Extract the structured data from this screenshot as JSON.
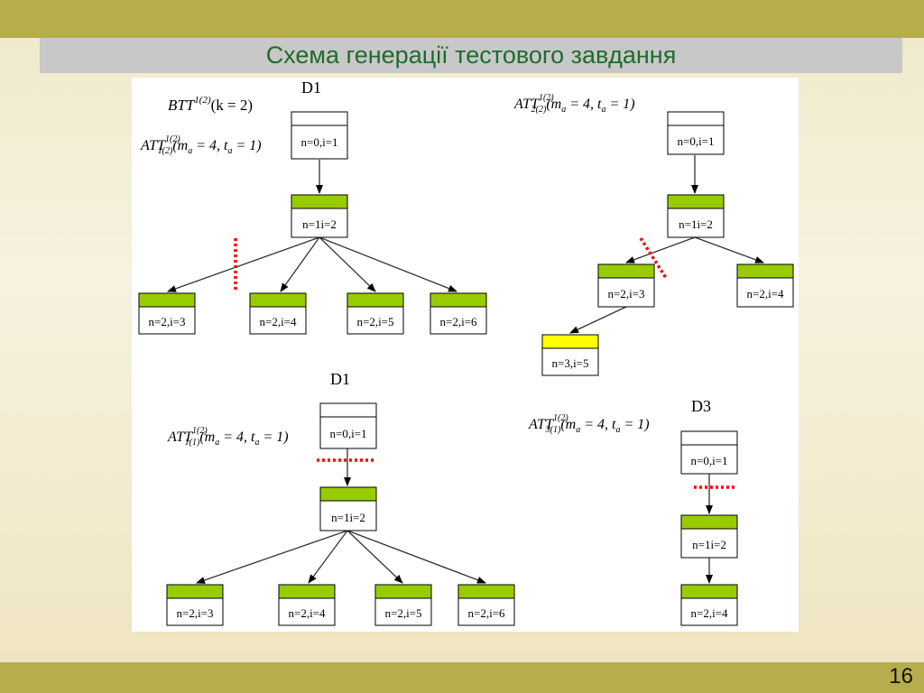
{
  "slide": {
    "title": "Схема генерації тестового завдання",
    "page_number": "16"
  },
  "colors": {
    "green_node": "#99cc00",
    "yellow_node": "#ffff00",
    "cut_line": "#ff0000",
    "title_text": "#1f6b2e"
  },
  "diagram": {
    "trees": [
      {
        "id": "tl",
        "label": "D1",
        "formulas": [
          {
            "base": "BTT",
            "sup": "1(2)",
            "sub": "",
            "args": "(k = 2)"
          },
          {
            "base": "ATT",
            "sup": "1(2)",
            "sub": "1(2)",
            "args": "(m",
            "args_sub": "a",
            "args2": " = 4, t",
            "args2_sub": "a",
            "args3": " = 1)"
          }
        ],
        "nodes": [
          {
            "id": "tl-root",
            "label": "n=0,i=1",
            "color": "white"
          },
          {
            "id": "tl-n1",
            "label": "n=1i=2",
            "color": "green"
          },
          {
            "id": "tl-c1",
            "label": "n=2,i=3",
            "color": "green"
          },
          {
            "id": "tl-c2",
            "label": "n=2,i=4",
            "color": "green"
          },
          {
            "id": "tl-c3",
            "label": "n=2,i=5",
            "color": "green"
          },
          {
            "id": "tl-c4",
            "label": "n=2,i=6",
            "color": "green"
          }
        ]
      },
      {
        "id": "tr",
        "label": "",
        "formulas": [
          {
            "base": "ATT",
            "sup": "1(2)",
            "sub": "2(2)",
            "args": "(m",
            "args_sub": "a",
            "args2": " = 4, t",
            "args2_sub": "a",
            "args3": " = 1)"
          }
        ],
        "nodes": [
          {
            "id": "tr-root",
            "label": "n=0,i=1",
            "color": "white"
          },
          {
            "id": "tr-n1",
            "label": "n=1i=2",
            "color": "green"
          },
          {
            "id": "tr-c1",
            "label": "n=2,i=3",
            "color": "green"
          },
          {
            "id": "tr-c2",
            "label": "n=2,i=4",
            "color": "green"
          },
          {
            "id": "tr-g1",
            "label": "n=3,i=5",
            "color": "yellow"
          }
        ]
      },
      {
        "id": "bl",
        "label": "D1",
        "formulas": [
          {
            "base": "ATT",
            "sup": "1(2)",
            "sub": "1(1)",
            "args": "(m",
            "args_sub": "a",
            "args2": " = 4, t",
            "args2_sub": "a",
            "args3": " = 1)"
          }
        ],
        "nodes": [
          {
            "id": "bl-root",
            "label": "n=0,i=1",
            "color": "white"
          },
          {
            "id": "bl-n1",
            "label": "n=1i=2",
            "color": "green"
          },
          {
            "id": "bl-c1",
            "label": "n=2,i=3",
            "color": "green"
          },
          {
            "id": "bl-c2",
            "label": "n=2,i=4",
            "color": "green"
          },
          {
            "id": "bl-c3",
            "label": "n=2,i=5",
            "color": "green"
          },
          {
            "id": "bl-c4",
            "label": "n=2,i=6",
            "color": "green"
          }
        ]
      },
      {
        "id": "br",
        "label": "D3",
        "formulas": [
          {
            "base": "ATT",
            "sup": "1(2)",
            "sub": "3(1)",
            "args": "(m",
            "args_sub": "a",
            "args2": " = 4, t",
            "args2_sub": "a",
            "args3": " = 1)"
          }
        ],
        "nodes": [
          {
            "id": "br-root",
            "label": "n=0,i=1",
            "color": "white"
          },
          {
            "id": "br-n1",
            "label": "n=1i=2",
            "color": "green"
          },
          {
            "id": "br-c1",
            "label": "n=2,i=4",
            "color": "green"
          }
        ]
      }
    ]
  }
}
